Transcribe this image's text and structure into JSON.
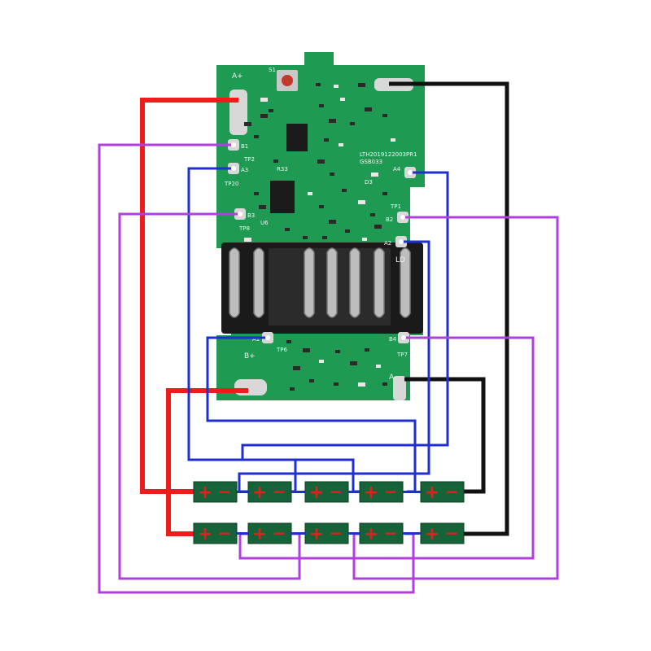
{
  "colors": {
    "pcb": "#1f9a52",
    "pcb_dark": "#157a3e",
    "wire_positive": "#ee1c1c",
    "wire_negative": "#111111",
    "wire_blue": "#1f2fd0",
    "wire_purple": "#b23ee0",
    "cell_fill": "#16633a",
    "cell_sign": "#e0201a",
    "pad": "#d8d8d8"
  },
  "pcb": {
    "labels": {
      "a_plus": "A+",
      "b_plus": "B+",
      "a_minus": "A-",
      "b1": "B1",
      "a3": "A3",
      "b3": "B3",
      "a4": "A4",
      "b2": "B2",
      "a2": "A2",
      "a1": "A1",
      "b4": "B4",
      "ld": "LD",
      "tp1": "TP1",
      "tp2": "TP2",
      "tp8": "TP8",
      "tp6": "TP6",
      "tp7": "TP7",
      "tp20": "TP20",
      "s1": "S1",
      "r33": "R33",
      "d3": "D3",
      "u6": "U6"
    },
    "model_text": "LTH2019122003PR1",
    "model_text2": "GSB033"
  },
  "cells": {
    "rows": 2,
    "per_row": 5,
    "plus_symbol": "+",
    "minus_symbol": "−"
  }
}
